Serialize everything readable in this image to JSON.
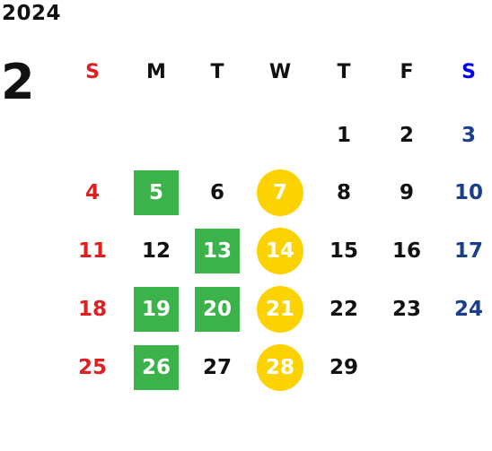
{
  "year": "2024",
  "month": "2",
  "colors": {
    "text": "#111111",
    "sunday": "#e02020",
    "saturday": "#1a3e8c",
    "saturday_header": "#0000ee",
    "green_mark": "#3cb34a",
    "yellow_mark": "#fcd200"
  },
  "weekdays": [
    {
      "label": "S",
      "key": "sun"
    },
    {
      "label": "M",
      "key": "mon"
    },
    {
      "label": "T",
      "key": "tue"
    },
    {
      "label": "W",
      "key": "wed"
    },
    {
      "label": "T",
      "key": "thu"
    },
    {
      "label": "F",
      "key": "fri"
    },
    {
      "label": "S",
      "key": "sat"
    }
  ],
  "days": [
    {
      "label": "1",
      "col": 4,
      "row": 0,
      "mark": ""
    },
    {
      "label": "2",
      "col": 5,
      "row": 0,
      "mark": ""
    },
    {
      "label": "3",
      "col": 6,
      "row": 0,
      "mark": ""
    },
    {
      "label": "4",
      "col": 0,
      "row": 1,
      "mark": ""
    },
    {
      "label": "5",
      "col": 1,
      "row": 1,
      "mark": "green"
    },
    {
      "label": "6",
      "col": 2,
      "row": 1,
      "mark": ""
    },
    {
      "label": "7",
      "col": 3,
      "row": 1,
      "mark": "yellow"
    },
    {
      "label": "8",
      "col": 4,
      "row": 1,
      "mark": ""
    },
    {
      "label": "9",
      "col": 5,
      "row": 1,
      "mark": ""
    },
    {
      "label": "10",
      "col": 6,
      "row": 1,
      "mark": ""
    },
    {
      "label": "11",
      "col": 0,
      "row": 2,
      "mark": ""
    },
    {
      "label": "12",
      "col": 1,
      "row": 2,
      "mark": ""
    },
    {
      "label": "13",
      "col": 2,
      "row": 2,
      "mark": "green"
    },
    {
      "label": "14",
      "col": 3,
      "row": 2,
      "mark": "yellow"
    },
    {
      "label": "15",
      "col": 4,
      "row": 2,
      "mark": ""
    },
    {
      "label": "16",
      "col": 5,
      "row": 2,
      "mark": ""
    },
    {
      "label": "17",
      "col": 6,
      "row": 2,
      "mark": ""
    },
    {
      "label": "18",
      "col": 0,
      "row": 3,
      "mark": ""
    },
    {
      "label": "19",
      "col": 1,
      "row": 3,
      "mark": "green"
    },
    {
      "label": "20",
      "col": 2,
      "row": 3,
      "mark": "green"
    },
    {
      "label": "21",
      "col": 3,
      "row": 3,
      "mark": "yellow"
    },
    {
      "label": "22",
      "col": 4,
      "row": 3,
      "mark": ""
    },
    {
      "label": "23",
      "col": 5,
      "row": 3,
      "mark": ""
    },
    {
      "label": "24",
      "col": 6,
      "row": 3,
      "mark": ""
    },
    {
      "label": "25",
      "col": 0,
      "row": 4,
      "mark": ""
    },
    {
      "label": "26",
      "col": 1,
      "row": 4,
      "mark": "green"
    },
    {
      "label": "27",
      "col": 2,
      "row": 4,
      "mark": ""
    },
    {
      "label": "28",
      "col": 3,
      "row": 4,
      "mark": "yellow"
    },
    {
      "label": "29",
      "col": 4,
      "row": 4,
      "mark": ""
    }
  ]
}
